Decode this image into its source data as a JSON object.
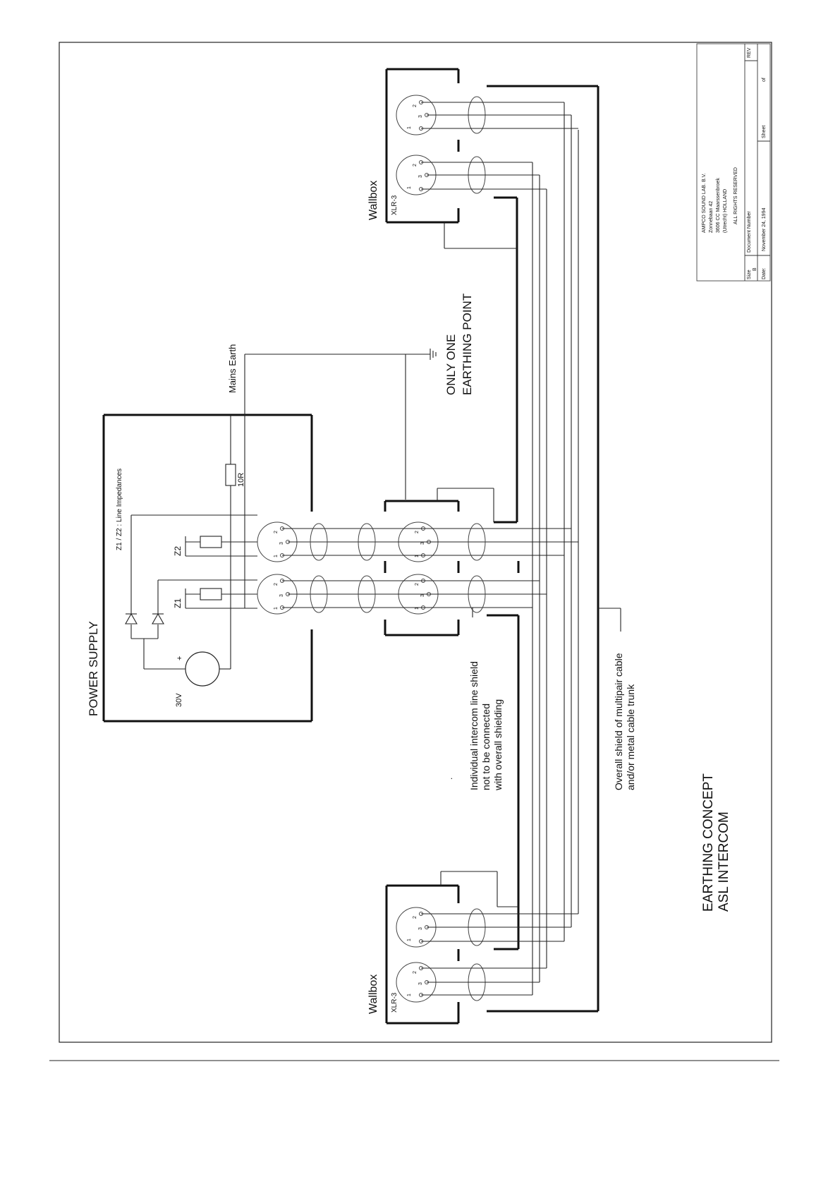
{
  "labels": {
    "power_supply": "POWER SUPPLY",
    "line_impedances": "Z1 / Z2 : Line Impedances",
    "z1": "Z1",
    "z2": "Z2",
    "voltage": "30V",
    "plus": "+",
    "resistor": "10R",
    "mains_earth": "Mains Earth",
    "earthing_point_1": "ONLY ONE",
    "earthing_point_2": "EARTHING POINT",
    "wallbox_top": "Wallbox",
    "xlr_top": "XLR-3",
    "wallbox_bottom": "Wallbox",
    "xlr_bottom": "XLR-3",
    "shield_note_1": "Individual intercom line shield",
    "shield_note_2": "not to be connected",
    "shield_note_3": "with overall shielding",
    "overall_shield_1": "Overall shield of multipair cable",
    "overall_shield_2": "and/or metal cable trunk",
    "title_1": "EARTHING CONCEPT",
    "title_2": "ASL INTERCOM",
    "dot": "."
  },
  "pins": {
    "p1": "1",
    "p2": "2",
    "p3": "3"
  },
  "title_block": {
    "company": "AMPCO SOUND LAB. B.V.",
    "address_1": "Zonnebaan 42",
    "address_2": "3606 CC Maarssenbroek",
    "address_3": "(Utrecht) HOLLAND",
    "rights": "ALL RIGHTS RESERVED",
    "size_label": "Size",
    "size_value": "B",
    "doc_number_label": "Document Number",
    "rev_label": "REV",
    "date_label": "Date:",
    "date_value": "November 24, 1994",
    "sheet_label": "Sheet",
    "of_label": "of"
  }
}
